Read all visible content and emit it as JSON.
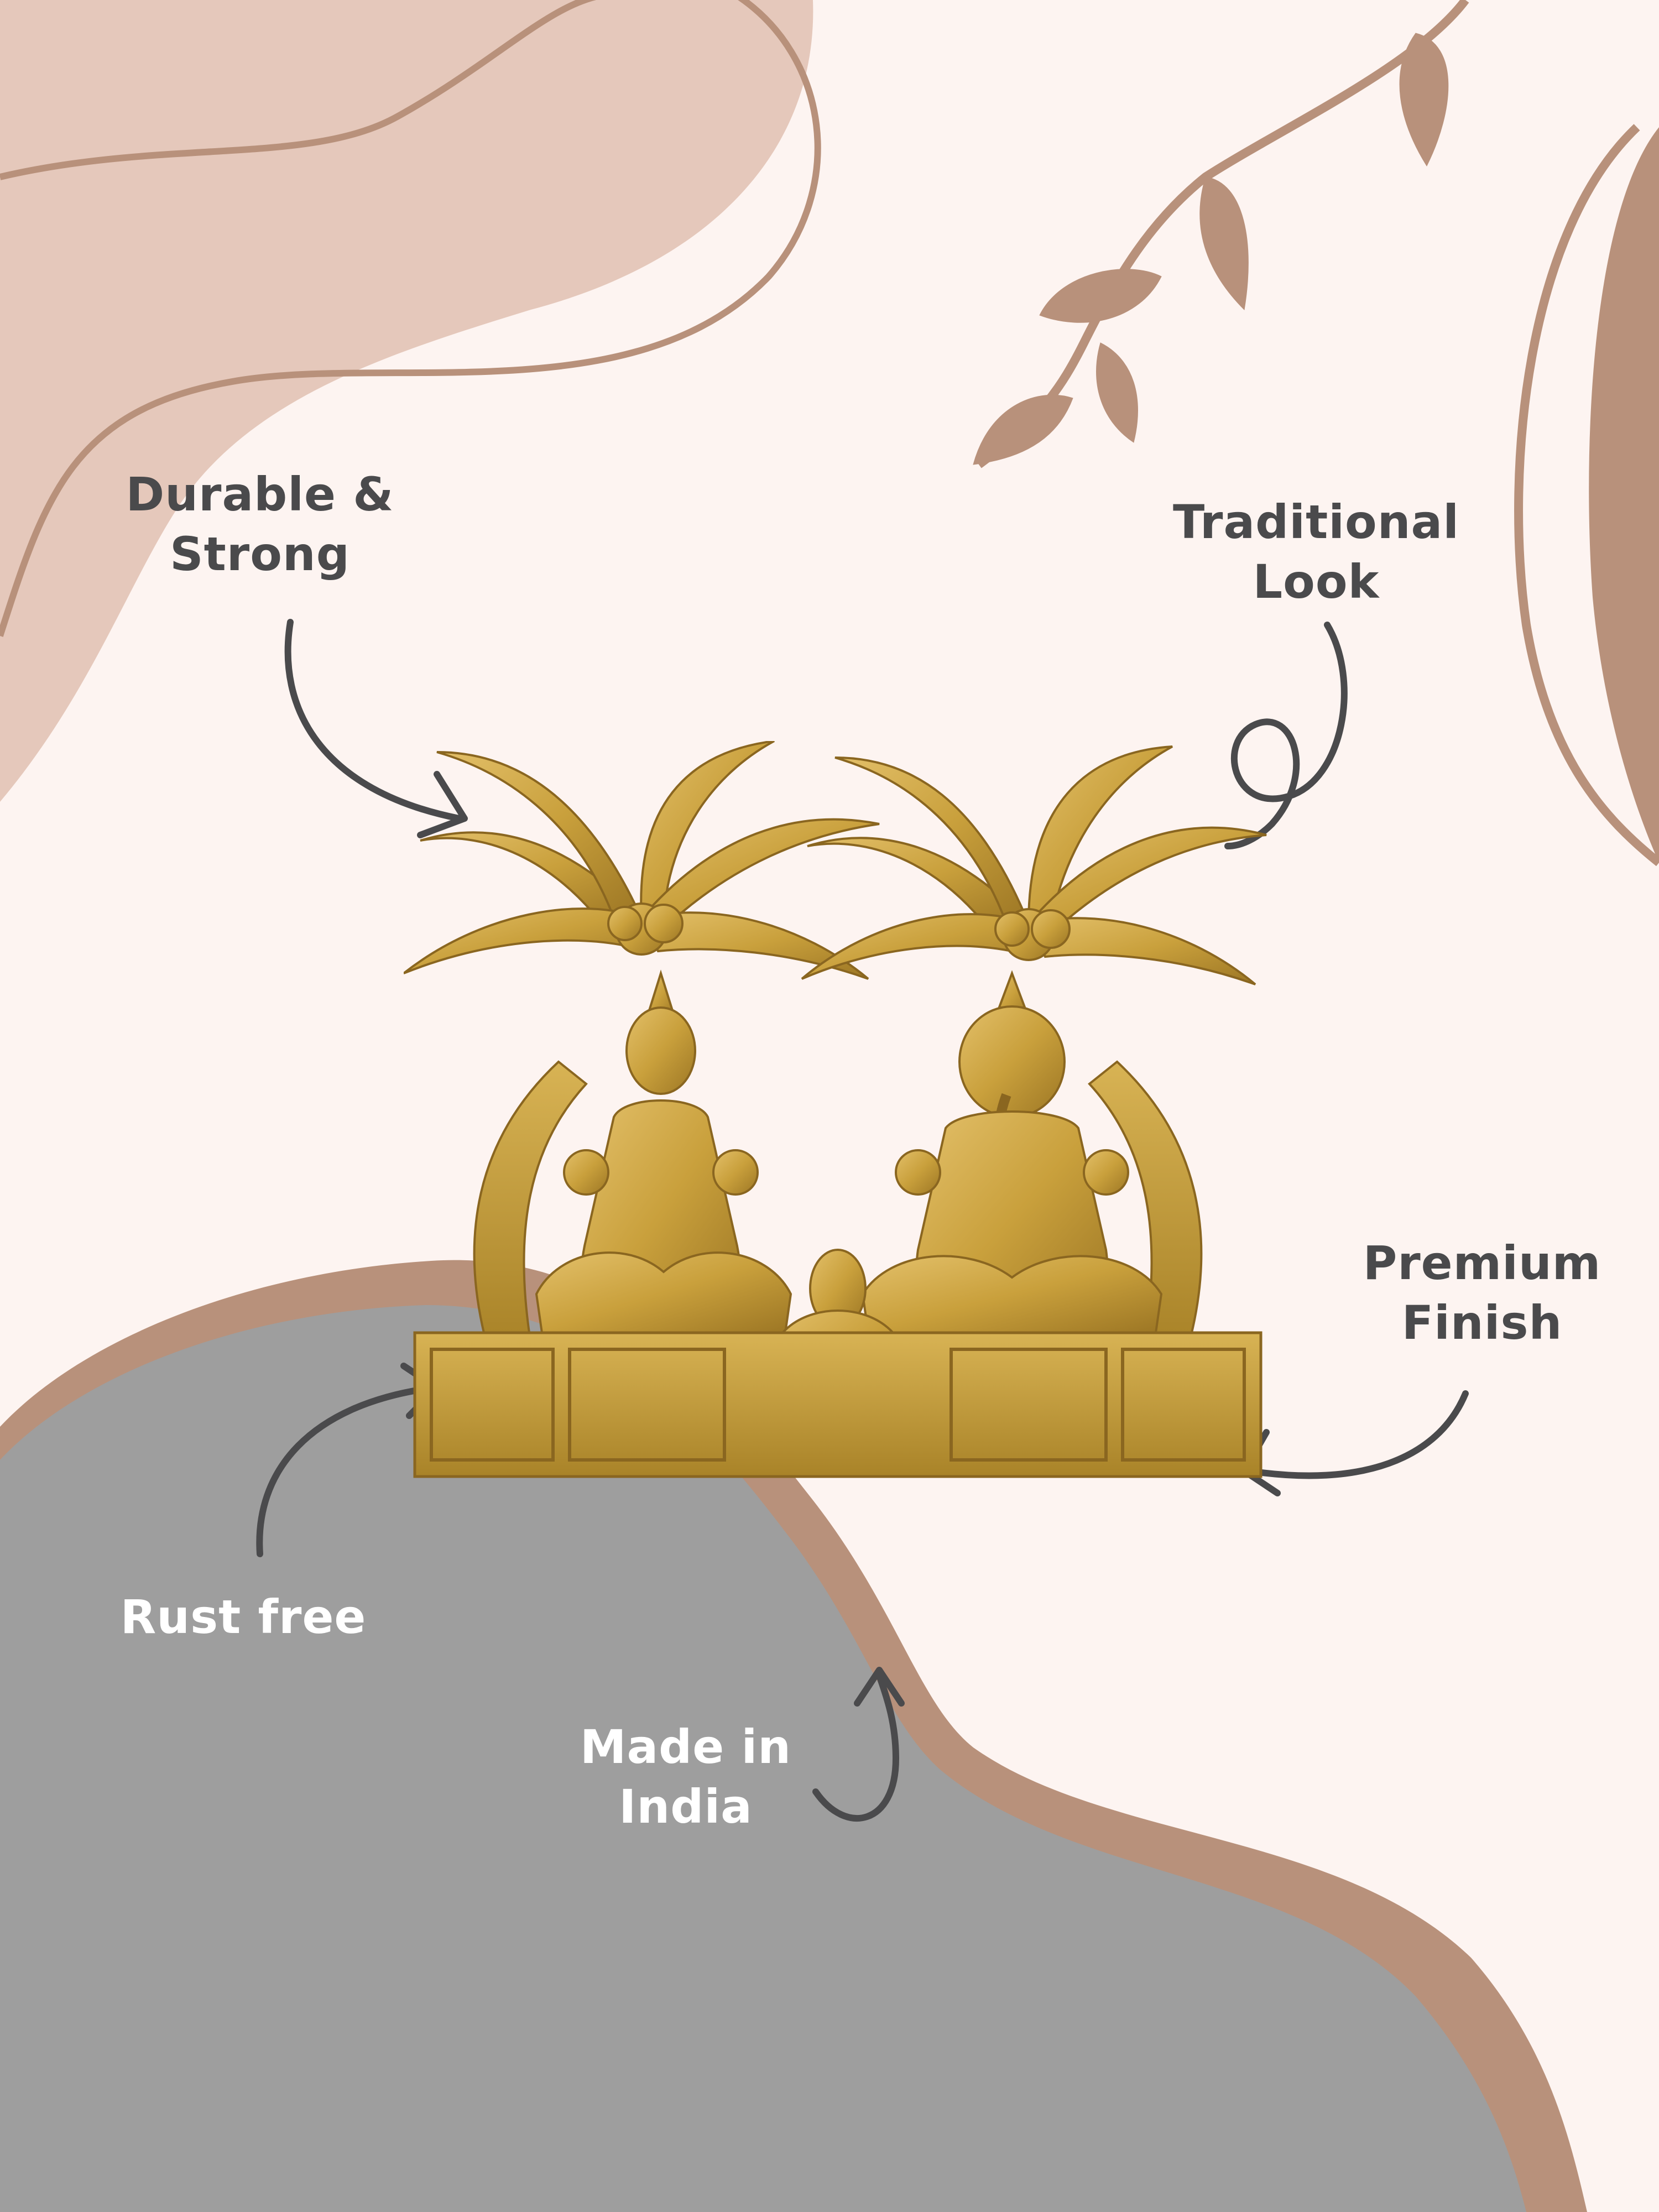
{
  "features": {
    "durable": {
      "line1": "Durable &",
      "line2": "Strong"
    },
    "traditional": {
      "line1": "Traditional",
      "line2": "Look"
    },
    "premium": {
      "line1": "Premium",
      "line2": "Finish"
    },
    "rust": {
      "line1": "Rust free"
    },
    "india": {
      "line1": "Made in",
      "line2": "India"
    }
  },
  "palette": {
    "background": "#FDF4F1",
    "blush": "#E5C8BB",
    "tan": "#B8917B",
    "gray": "#9E9E9E",
    "arrow": "#4A4A4C",
    "gold": "#C9A03C"
  },
  "icons": {
    "branch": "leaf-branch-icon",
    "arrow": "curved-arrow-icon"
  }
}
